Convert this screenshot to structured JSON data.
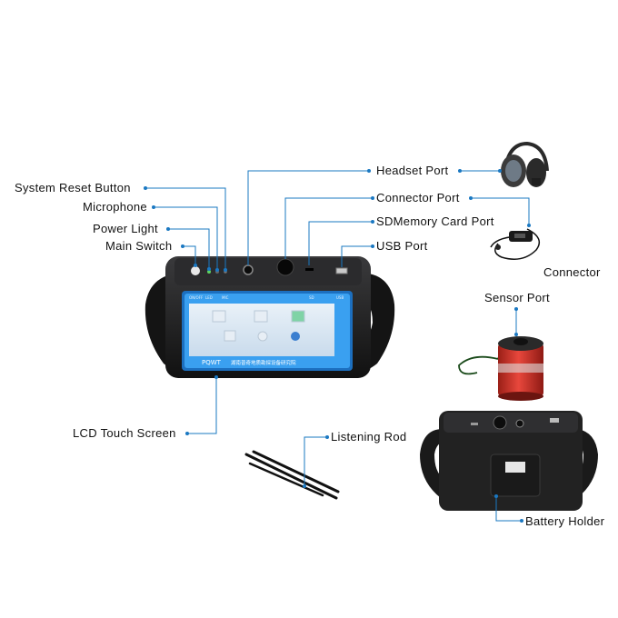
{
  "labels": {
    "system_reset_button": "System Reset Button",
    "microphone": "Microphone",
    "power_light": "Power Light",
    "main_switch": "Main Switch",
    "lcd_touch_screen": "LCD Touch Screen",
    "headset_port": "Headset Port",
    "connector_port": "Connector Port",
    "sdmemory_card_port": "SDMemory Card Port",
    "usb_port": "USB Port",
    "connector": "Connector",
    "sensor_port": "Sensor Port",
    "listening_rod": "Listening Rod",
    "battery_holder": "Battery Holder"
  },
  "device": {
    "top_labels": [
      "ON/OFF",
      "LED",
      "MIC",
      "SD",
      "USB"
    ],
    "brand": "PQWT",
    "brand_subtitle": "湖南普奇地质勘探设备研究院"
  },
  "colors": {
    "leader_line": "#1a78c2",
    "device_body": "#1c1c1e",
    "screen_frame": "#2a8fe0",
    "screen_bg": "#dfe9f3",
    "sensor_red": "#d8322a"
  }
}
